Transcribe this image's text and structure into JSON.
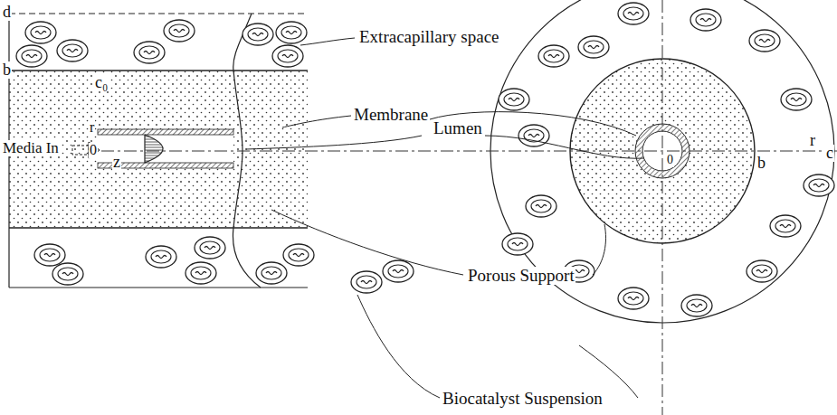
{
  "diagram": {
    "labels": [
      "d",
      "b",
      "c₀",
      "r",
      "0",
      "z",
      "Media In",
      "Extracapillary space",
      "Membrane",
      "Lumen",
      "Porous Support",
      "Biocatalyst Suspension",
      "0",
      "b",
      "r",
      "c"
    ]
  }
}
